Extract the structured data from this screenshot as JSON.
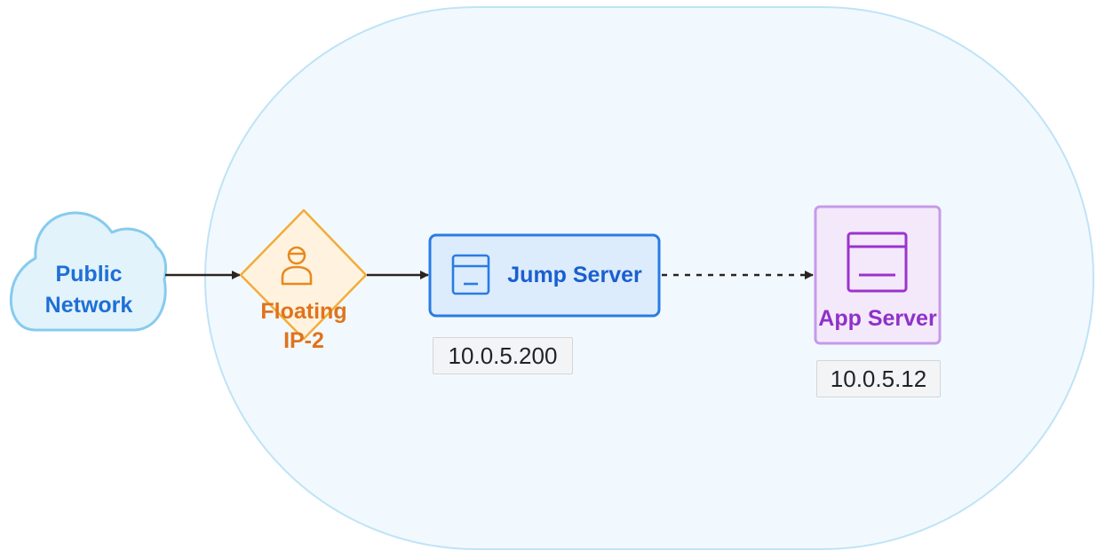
{
  "nodes": {
    "public_network": {
      "line1": "Public",
      "line2": "Network"
    },
    "floating_ip": {
      "line1": "Floating",
      "line2": "IP-2"
    },
    "jump_server": {
      "label": "Jump Server",
      "ip": "10.0.5.200"
    },
    "app_server": {
      "label": "App Server",
      "ip": "10.0.5.12"
    }
  },
  "colors": {
    "zone_fill": "#f1f9fe",
    "zone_stroke": "#bfe3f6",
    "cloud_fill": "#e2f3fc",
    "cloud_stroke": "#86cbee",
    "cloud_text": "#1f6fd6",
    "floating_fill": "#fff3df",
    "floating_stroke": "#f2ac3a",
    "floating_text": "#e0731b",
    "jump_fill": "#dcecfd",
    "jump_stroke": "#2a7be4",
    "jump_text": "#1a5fd0",
    "app_fill": "#f4e9fb",
    "app_stroke": "#c79ae8",
    "app_icon": "#9b33cc",
    "app_text": "#8f31c9",
    "arrow": "#2b2320"
  },
  "icons": {
    "floating_ip": "person-icon",
    "jump_server": "server-window-icon",
    "app_server": "server-window-icon"
  }
}
